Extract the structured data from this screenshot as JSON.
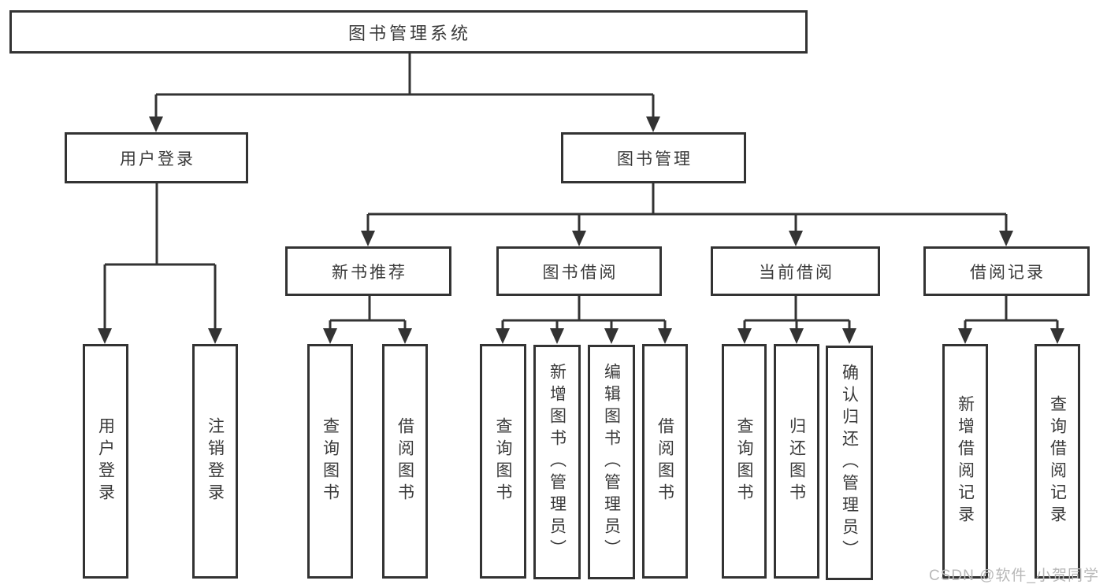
{
  "colors": {
    "line": "#333333",
    "text": "#3a3a3a",
    "box_bg": "#ffffff",
    "watermark": "#b8b8b8"
  },
  "diagram": {
    "title": "图书管理系统",
    "level2": {
      "user_login": "用户登录",
      "book_mgmt": "图书管理"
    },
    "level3": {
      "new_books": "新书推荐",
      "borrowing": "图书借阅",
      "current": "当前借阅",
      "records": "借阅记录"
    },
    "leaves": {
      "user_login": [
        "用户登录",
        "注销登录"
      ],
      "new_books": [
        "查询图书",
        "借阅图书"
      ],
      "borrowing": [
        "查询图书",
        "新增图书（管理员）",
        "编辑图书（管理员）",
        "借阅图书"
      ],
      "current": [
        "查询图书",
        "归还图书",
        "确认归还（管理员）"
      ],
      "records": [
        "新增借阅记录",
        "查询借阅记录"
      ]
    }
  },
  "watermark": "CSDN @软件_小贺同学"
}
